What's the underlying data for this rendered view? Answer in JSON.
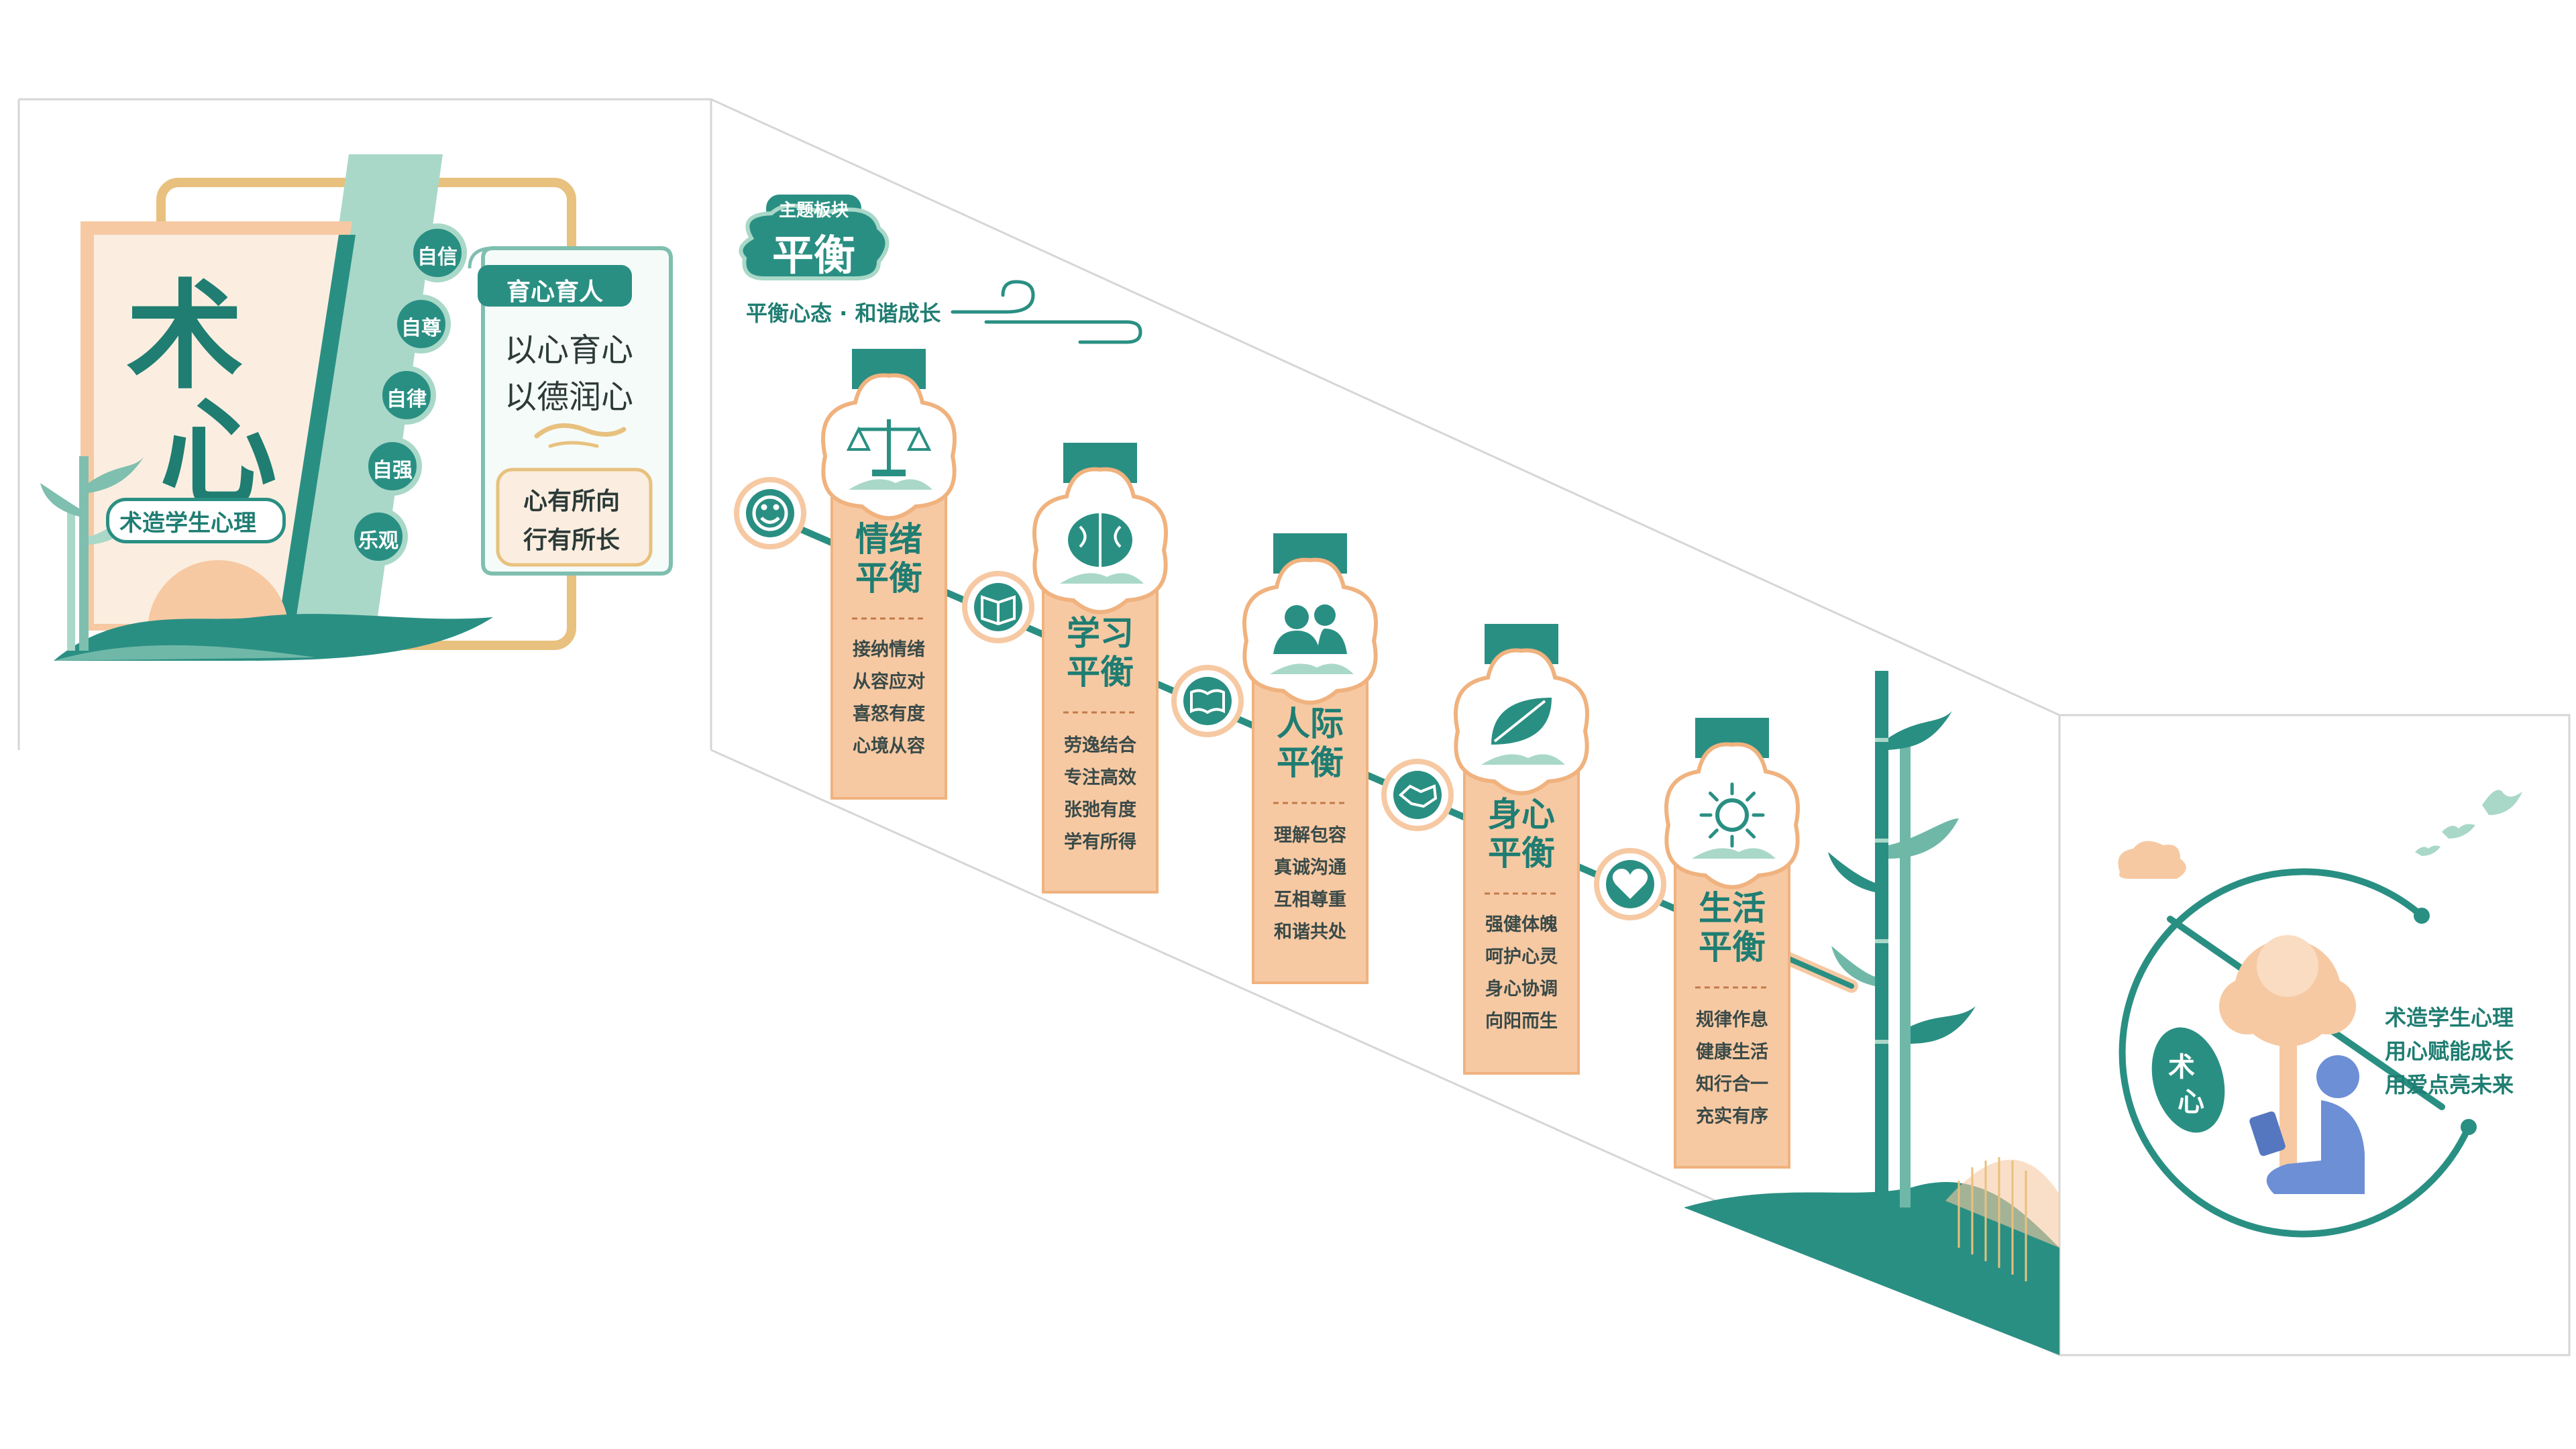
{
  "left_panel": {
    "title_char_1": "术",
    "title_char_2": "心",
    "ribbon_label": "术造学生心理",
    "virtues": [
      "自信",
      "自尊",
      "自律",
      "自强",
      "乐观"
    ],
    "motto_header": "育心育人",
    "motto_line_1": "以心育心",
    "motto_line_2": "以德润心",
    "sub_line_1": "心有所向",
    "sub_line_2": "行有所长"
  },
  "theme": {
    "tag": "主题板块",
    "title": "平衡",
    "subtitle": "平衡心态 · 和谐成长"
  },
  "cards": [
    {
      "title": [
        "情绪",
        "平衡"
      ],
      "icon": "scales-icon",
      "items": [
        "接纳情绪",
        "从容应对",
        "喜怒有度",
        "心境从容"
      ]
    },
    {
      "title": [
        "学习",
        "平衡"
      ],
      "icon": "brain-icon",
      "items": [
        "劳逸结合",
        "专注高效",
        "张弛有度",
        "学有所得"
      ]
    },
    {
      "title": [
        "人际",
        "平衡"
      ],
      "icon": "people-icon",
      "items": [
        "理解包容",
        "真诚沟通",
        "互相尊重",
        "和谐共处"
      ]
    },
    {
      "title": [
        "身心",
        "平衡"
      ],
      "icon": "leaf-icon",
      "items": [
        "强健体魄",
        "呵护心灵",
        "身心协调",
        "向阳而生"
      ]
    },
    {
      "title": [
        "生活",
        "平衡"
      ],
      "icon": "sun-icon",
      "items": [
        "规律作息",
        "健康生活",
        "知行合一",
        "充实有序"
      ]
    }
  ],
  "connector_icons": [
    "smile-icon",
    "book-icon",
    "open-book-icon",
    "handshake-icon",
    "heart-icon"
  ],
  "right_panel": {
    "badge_char_1": "术",
    "badge_char_2": "心",
    "slogan_1": "术造学生心理",
    "slogan_2": "用心赋能成长",
    "slogan_3": "用爱点亮未来"
  },
  "colors": {
    "teal": "#2a8f83",
    "dark_teal": "#1f7d72",
    "mint": "#a9d8c8",
    "peach": "#f6c9a3",
    "cream": "#fbeee0",
    "gold": "#e8c17e",
    "blue": "#6d8fd6"
  }
}
